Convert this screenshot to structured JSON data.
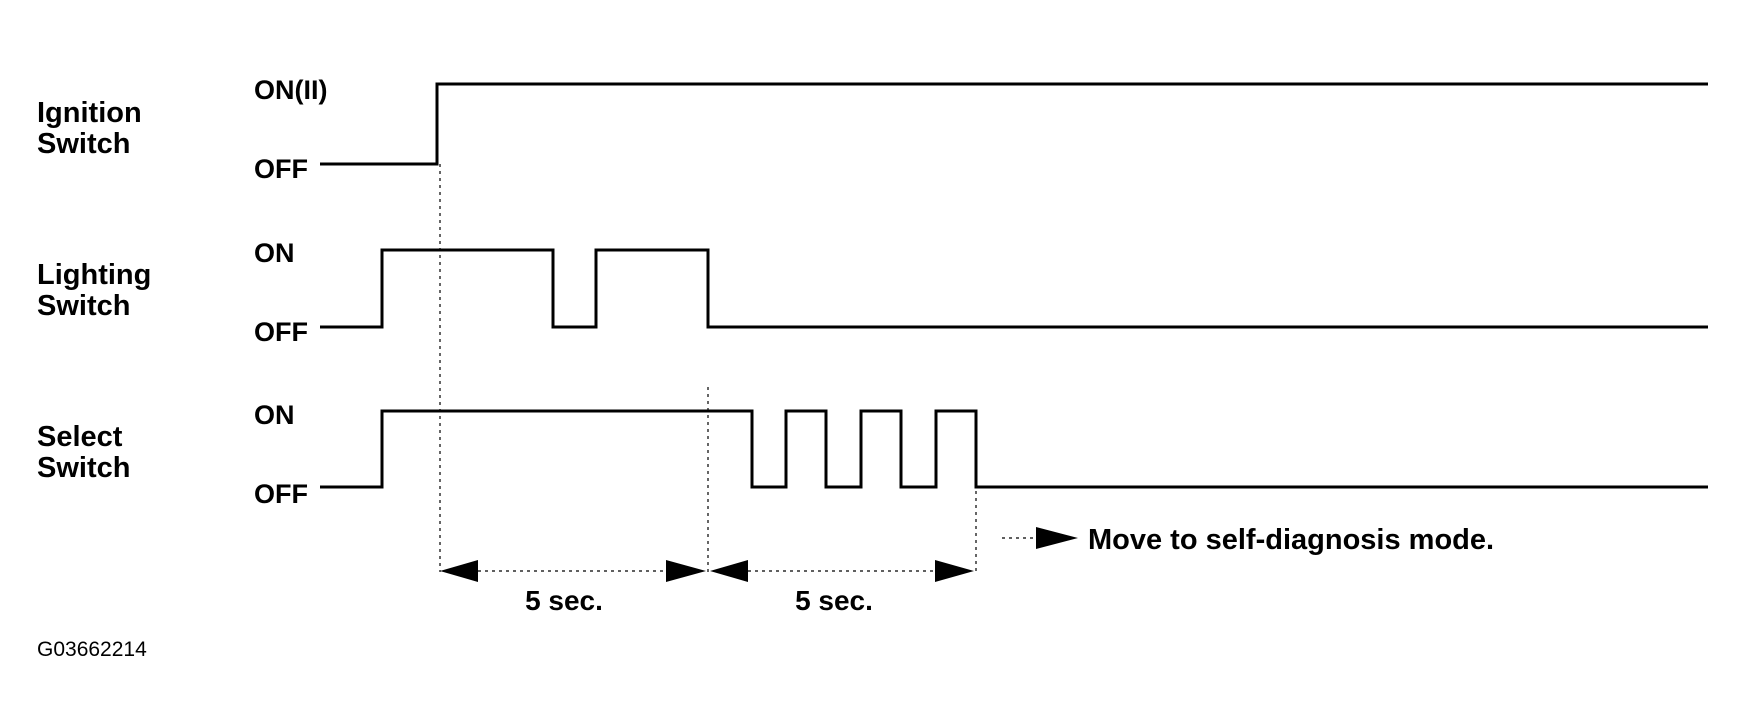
{
  "signals": [
    {
      "name_line1": "Ignition",
      "name_line2": "Switch",
      "high_state": "ON(II)",
      "low_state": "OFF"
    },
    {
      "name_line1": "Lighting",
      "name_line2": "Switch",
      "high_state": "ON",
      "low_state": "OFF"
    },
    {
      "name_line1": "Select",
      "name_line2": "Switch",
      "high_state": "ON",
      "low_state": "OFF"
    }
  ],
  "intervals": [
    {
      "label": "5 sec."
    },
    {
      "label": "5 sec."
    }
  ],
  "note": "Move to self-diagnosis mode.",
  "figure_id": "G03662214"
}
